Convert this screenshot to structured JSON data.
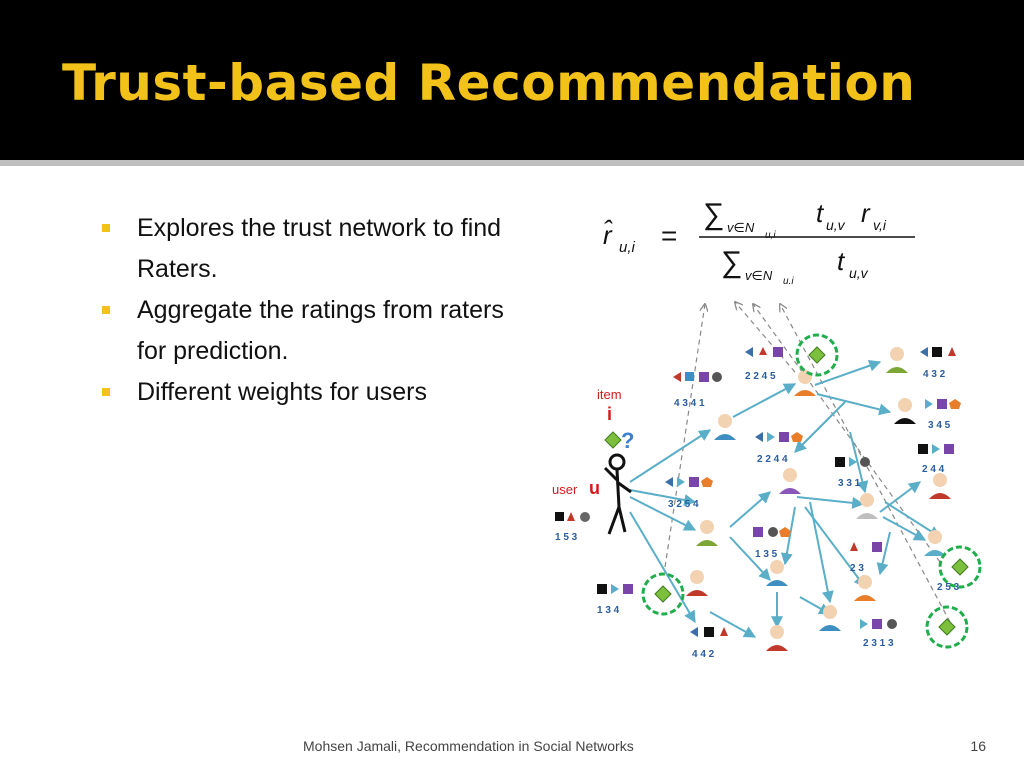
{
  "slide": {
    "title": "Trust-based Recommendation",
    "bullets": [
      "Explores the trust network to find Raters.",
      "Aggregate the ratings from raters for prediction.",
      "Different weights for users"
    ],
    "footer": "Mohsen Jamali, Recommendation in Social Networks",
    "page_number": "16",
    "accent_color": "#f2c21b"
  },
  "formula": {
    "lhs": "r̂",
    "lhs_sub": "u,i",
    "equals": "=",
    "sum": "∑",
    "numer_sub": "v∈N",
    "numer_sub2": "u,i",
    "numer_term_t": "t",
    "numer_term_t_sub": "u,v",
    "numer_term_r": "r",
    "numer_term_r_sub": "v,i",
    "denom_term_t": "t",
    "denom_term_t_sub": "u,v"
  },
  "diagram": {
    "item_label": "item",
    "item_letter": "i",
    "question_mark": "?",
    "user_label": "user",
    "user_letter": "u",
    "ratings": [
      {
        "id": "r1",
        "text": "1  5  3"
      },
      {
        "id": "r2",
        "text": "4  3  4  1"
      },
      {
        "id": "r3",
        "text": "2  2  4  5"
      },
      {
        "id": "r4",
        "text": "4  3  2"
      },
      {
        "id": "r5",
        "text": "3  4  5"
      },
      {
        "id": "r6",
        "text": "2  2  4  4"
      },
      {
        "id": "r7",
        "text": "3  2  5  4"
      },
      {
        "id": "r8",
        "text": "3  3  1"
      },
      {
        "id": "r9",
        "text": "2  4  4"
      },
      {
        "id": "r10",
        "text": "1  3  5"
      },
      {
        "id": "r11",
        "text": "2  3"
      },
      {
        "id": "r12",
        "text": "2  5  3"
      },
      {
        "id": "r13",
        "text": "1  3  4"
      },
      {
        "id": "r14",
        "text": "4  4  2"
      },
      {
        "id": "r15",
        "text": "2  3  1  3"
      }
    ]
  }
}
